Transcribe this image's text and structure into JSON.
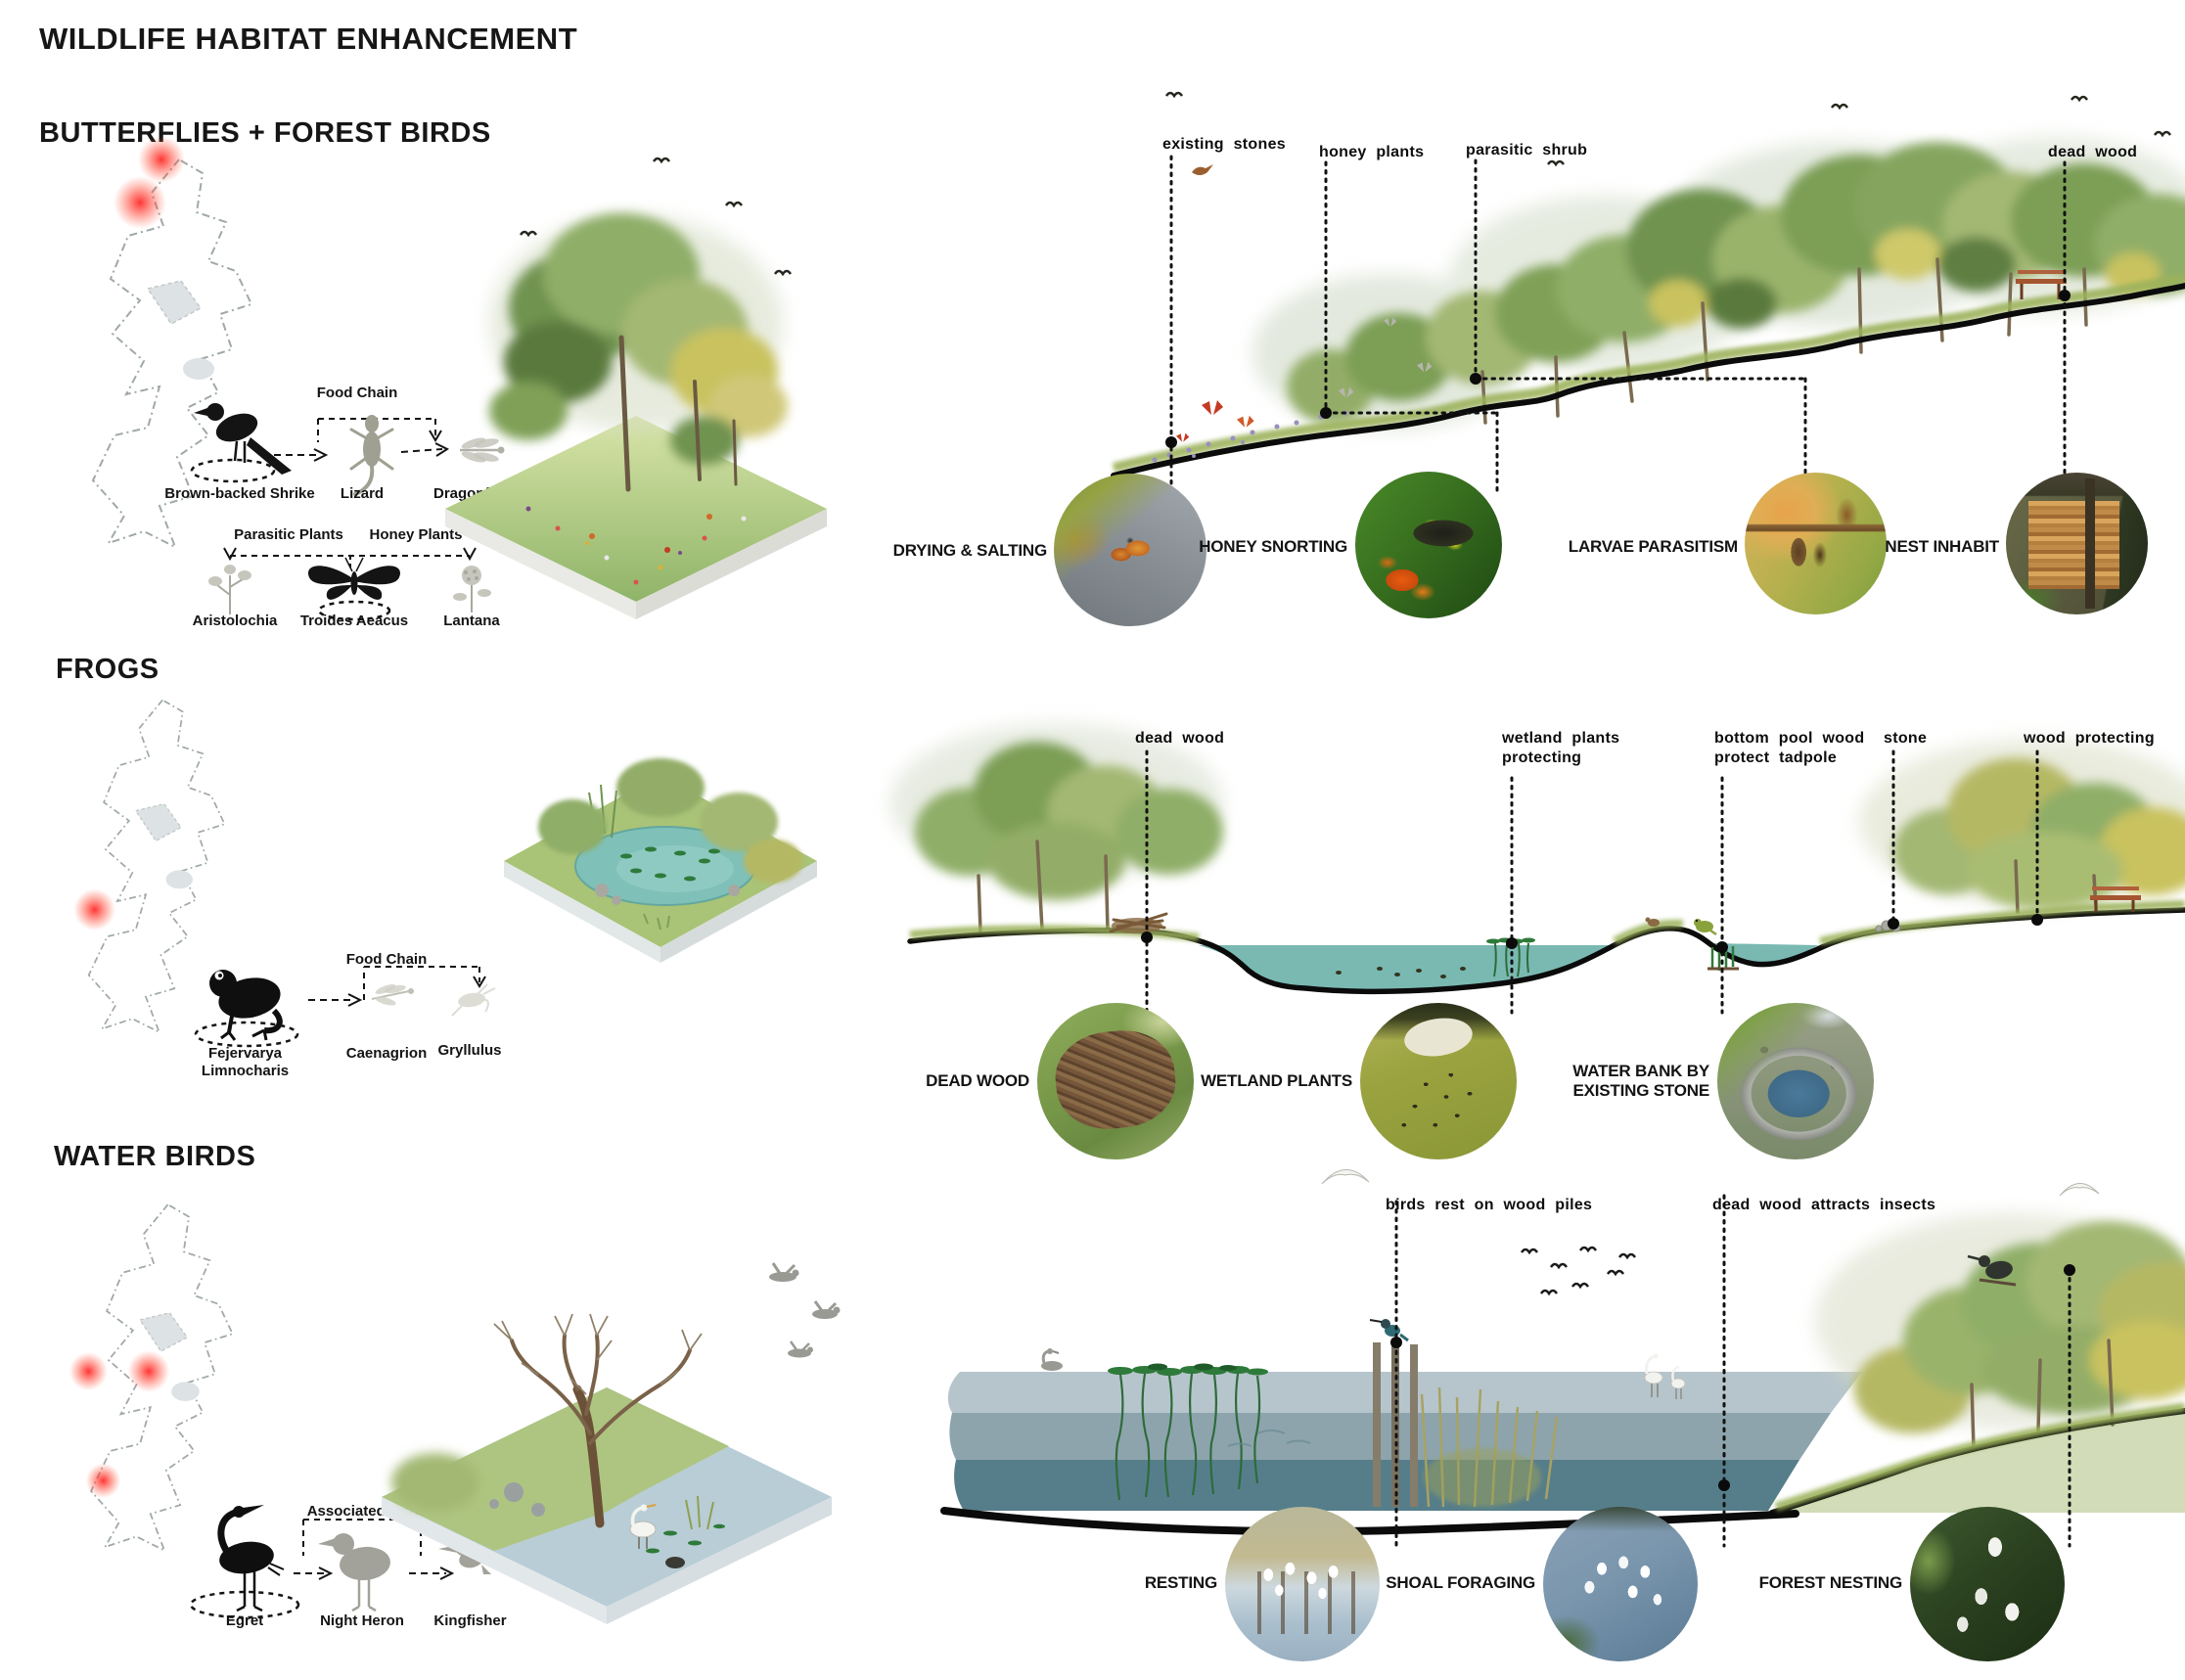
{
  "page": {
    "title": "WILDLIFE HABITAT ENHANCEMENT"
  },
  "sections": [
    {
      "header": "BUTTERFLIES + FOREST BIRDS",
      "food_chain": {
        "title": "Food Chain",
        "species": [
          "Brown-backed Shrike",
          "Lizard",
          "Dragonfly"
        ]
      },
      "plant_chain": {
        "left": "Parasitic Plants",
        "right": "Honey Plants",
        "species": [
          "Aristolochia",
          "Troides Aeacus",
          "Lantana"
        ]
      },
      "callouts": [
        "existing stones",
        "honey plants",
        "parasitic shrub",
        "dead wood"
      ],
      "photo_labels": [
        "DRYING & SALTING",
        "HONEY SNORTING",
        "LARVAE PARASITISM",
        "NEST INHABIT"
      ]
    },
    {
      "header": "FROGS",
      "food_chain": {
        "title": "Food Chain",
        "species": [
          "Fejervarya Limnocharis",
          "Caenagrion",
          "Gryllulus"
        ]
      },
      "callouts": [
        "dead wood",
        "wetland plants protecting",
        "bottom pool wood protect tadpole",
        "stone",
        "wood protecting"
      ],
      "photo_labels": [
        "DEAD WOOD",
        "WETLAND PLANTS",
        "WATER BANK BY EXISTING STONE"
      ]
    },
    {
      "header": "WATER BIRDS",
      "food_chain": {
        "title": "Associated Birds",
        "species": [
          "Egret",
          "Night Heron",
          "Kingfisher"
        ]
      },
      "callouts": [
        "birds rest on wood piles",
        "dead wood attracts insects"
      ],
      "photo_labels": [
        "RESTING",
        "SHOAL FORAGING",
        "FOREST NESTING"
      ]
    }
  ],
  "colors": {
    "accent_red": "#ff2a1e",
    "canopy_green": "#7b9e55",
    "canopy_yellow": "#c9c25e",
    "pond_teal": "#6fb3ab",
    "water_band_light": "#b6c5cc",
    "water_band_mid": "#8da4ad",
    "water_band_dark": "#567e8a",
    "ground_line": "#0b0b0b"
  }
}
